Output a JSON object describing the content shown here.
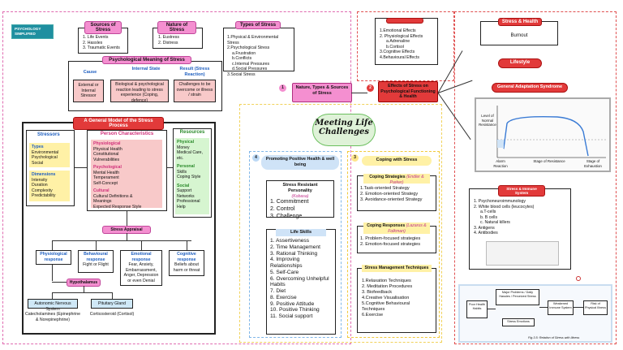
{
  "logo": {
    "line1": "PSYCHOLOGY",
    "line2": "SIMPLIFIED"
  },
  "sources": {
    "title": "Sources of Stress",
    "items": [
      "1. Life Events",
      "2. Hassles",
      "3. Traumatic Events"
    ]
  },
  "nature": {
    "title": "Nature of Stress",
    "items": [
      "1. Eustress",
      "2. Distress"
    ]
  },
  "types": {
    "title": "Types of Stress",
    "items": [
      "1.Physical & Environmental Stress",
      "2.Psychological Stress",
      "a.Frustration",
      "b.Conflicts",
      "c.Internal Pressures",
      "d.Social Pressures",
      "3.Social Stress"
    ]
  },
  "meaning": {
    "title": "Psychological Meaning of Stress",
    "cause_label": "Cause",
    "state_label": "Internal State",
    "result_label": "Result (Stress Reaction)",
    "cause_text": "External or Internal Stressor",
    "state_text": "Biological & psychological reaction leading to stress experience (Coping, defence)",
    "result_text": "Challenges to be overcome or illness / strain"
  },
  "model": {
    "title": "A General Model of the Stress Process",
    "stressors_title": "Stressors",
    "types_label": "Types",
    "types_items": [
      "Environmental",
      "Psychological",
      "Social"
    ],
    "dimensions_label": "Dimensions",
    "dimensions_items": [
      "Intensity",
      "Duration",
      "Complexity",
      "Predictability"
    ],
    "person_title": "Person Characteristics",
    "physiological_label": "Physiological",
    "physiological_items": [
      "Physical Health",
      "Constitutional",
      "Vulnerabilities"
    ],
    "psychological_label": "Psychological",
    "psychological_items": [
      "Mental Health",
      "Temperament",
      "Self-Concept"
    ],
    "cultural_label": "Cultural",
    "cultural_items": [
      "Cultural Definitions &",
      "Meanings",
      "Expected Response Style"
    ],
    "resources_title": "Resources",
    "res_physical_label": "Physical",
    "res_physical_items": [
      "Money",
      "Medical Care,",
      "etc."
    ],
    "res_personal_label": "Personal",
    "res_personal_items": [
      "Skills",
      "Coping Style"
    ],
    "res_social_label": "Social",
    "res_social_items": [
      "Support",
      "Networks",
      "Professional",
      "Help"
    ],
    "appraisal": "Stress Appraisal",
    "responses": [
      {
        "title": "Physiological response",
        "text": ""
      },
      {
        "title": "Behavioural response",
        "text": "Fight or Flight"
      },
      {
        "title": "Emotional response",
        "text": "Fear, Anxiety, Embarrassment, Anger, Depression or even Denial"
      },
      {
        "title": "Cognitive response",
        "text": "Beliefs about harm or threat"
      }
    ],
    "hypothalamus": "Hypothalamus",
    "ans": "Autonomic Nervous System",
    "pituitary": "Pituitary Gland",
    "ans_out": "Catecholamines (Epinephrine & Norepinephrine)",
    "pit_out": "Corticosteroid (Cortisol)"
  },
  "center": {
    "title_line1": "Meeting Life",
    "title_line2": "Challenges",
    "node1_num": "1",
    "node1": "Nature, Types & Sources of Stress",
    "node2_num": "2",
    "node2": "Effects of Stress on Psychological Functioning & Health",
    "node3_num": "3",
    "node4_num": "4"
  },
  "promoting": {
    "title": "Promoting Positive Health & well being",
    "srp_title": "Stress Resistant Personality",
    "srp_sub": "(Kobasa)",
    "srp_items": [
      "1. Commitment",
      "2. Control",
      "3. Challenge"
    ],
    "life_title": "Life Skills",
    "life_items": [
      "1. Assertiveness",
      "2. Time Management",
      "3. Rational Thinking",
      "4. Improving Relationships",
      "5. Self-Care",
      "6. Overcoming Unhelpful Habits",
      "7. Diet",
      "8. Exercise",
      "9. Positive Attitude",
      "10. Positive Thinking",
      "11. Social support"
    ]
  },
  "coping": {
    "title": "Coping with Stress",
    "strat_title": "Coping Strategies",
    "strat_sub": "(Endler & Parker)",
    "strat_items": [
      "1.Task-oriented Strategy",
      "2. Emotion-oriented Strategy",
      "3. Avoidance-oriented Strategy"
    ],
    "resp_title": "Coping Responses",
    "resp_sub": "(Lazarus & Folkman)",
    "resp_items": [
      "1. Problem-focused strategies",
      "2. Emotion-focused strategies"
    ],
    "tech_title": "Stress Management Techniques",
    "tech_items": [
      "1.Relaxation Techniques",
      "2. Meditation Procedures",
      "3. Biofeedback",
      "4.Creative Visualisation",
      "5.Cognitive Behavioural Techniques",
      "6.Exercise"
    ]
  },
  "effects": {
    "items": [
      "1.Emotional Effects",
      "2. Physiological Effects",
      "a.Adrenaline",
      "b.Cortisol",
      "3.Cognitive Effects",
      "4.Behavioural Effects"
    ],
    "health_title": "Stress & Health",
    "health_item": "Burnout",
    "lifestyle": "Lifestyle",
    "gas_title": "General Adaptation Syndrome",
    "gas_level": "Level of Normal Resistance",
    "gas_alarm": "Alarm Reaction",
    "gas_resist": "Stage of Resistance",
    "gas_exhaust": "Stage of Exhaustion",
    "immune_title": "Stress & Immune System",
    "immune_items": [
      "1. Psychoneuroimmunology",
      "2. White blood cells (leucocytes)",
      "a.T-cells",
      "b. B cells",
      "c. Natural killers",
      "3. Antigens",
      "4. Antibodies"
    ],
    "flow_major": "Major Problems / Daily Hassles / Perceived Stress",
    "flow_input": "Poor Health Habits",
    "flow_stress": "Stress Emotions",
    "flow_immune": "Weakened Immune System",
    "flow_out": "Risk of Physical Illness",
    "fig_caption": "Fig.3.5: Relation of Stress with Illness"
  }
}
